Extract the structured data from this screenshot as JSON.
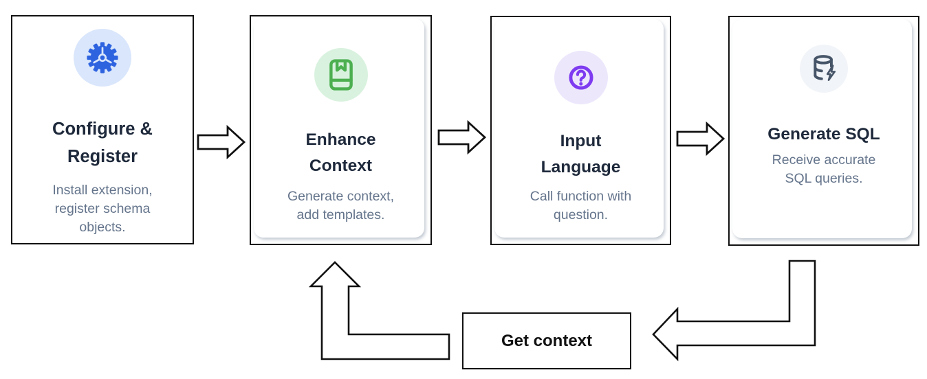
{
  "diagram": {
    "background": "#ffffff",
    "cards": [
      {
        "id": "configure-register",
        "title": "Configure &\nRegister",
        "description": "Install extension,\nregister schema\nobjects.",
        "icon": "gear-icon",
        "icon_color": "#2e63e0",
        "icon_bg": "#d9e6fb"
      },
      {
        "id": "enhance-context",
        "title": "Enhance\nContext",
        "description": "Generate context,\nadd templates.",
        "icon": "book-bookmark-icon",
        "icon_color": "#4caf50",
        "icon_bg": "#d9f2df"
      },
      {
        "id": "input-language",
        "title": "Input\nLanguage",
        "description": "Call function with\nquestion.",
        "icon": "question-circle-icon",
        "icon_color": "#7e3bf0",
        "icon_bg": "#ede7fc"
      },
      {
        "id": "generate-sql",
        "title": "Generate SQL",
        "description": "Receive accurate\nSQL queries.",
        "icon": "database-bolt-icon",
        "icon_color": "#475569",
        "icon_bg": "#f1f4f8"
      }
    ],
    "loop_label": "Get context",
    "colors": {
      "title_text": "#1e293b",
      "description_text": "#64748b",
      "outline": "#111111",
      "arrow_fill": "#ffffff"
    }
  }
}
